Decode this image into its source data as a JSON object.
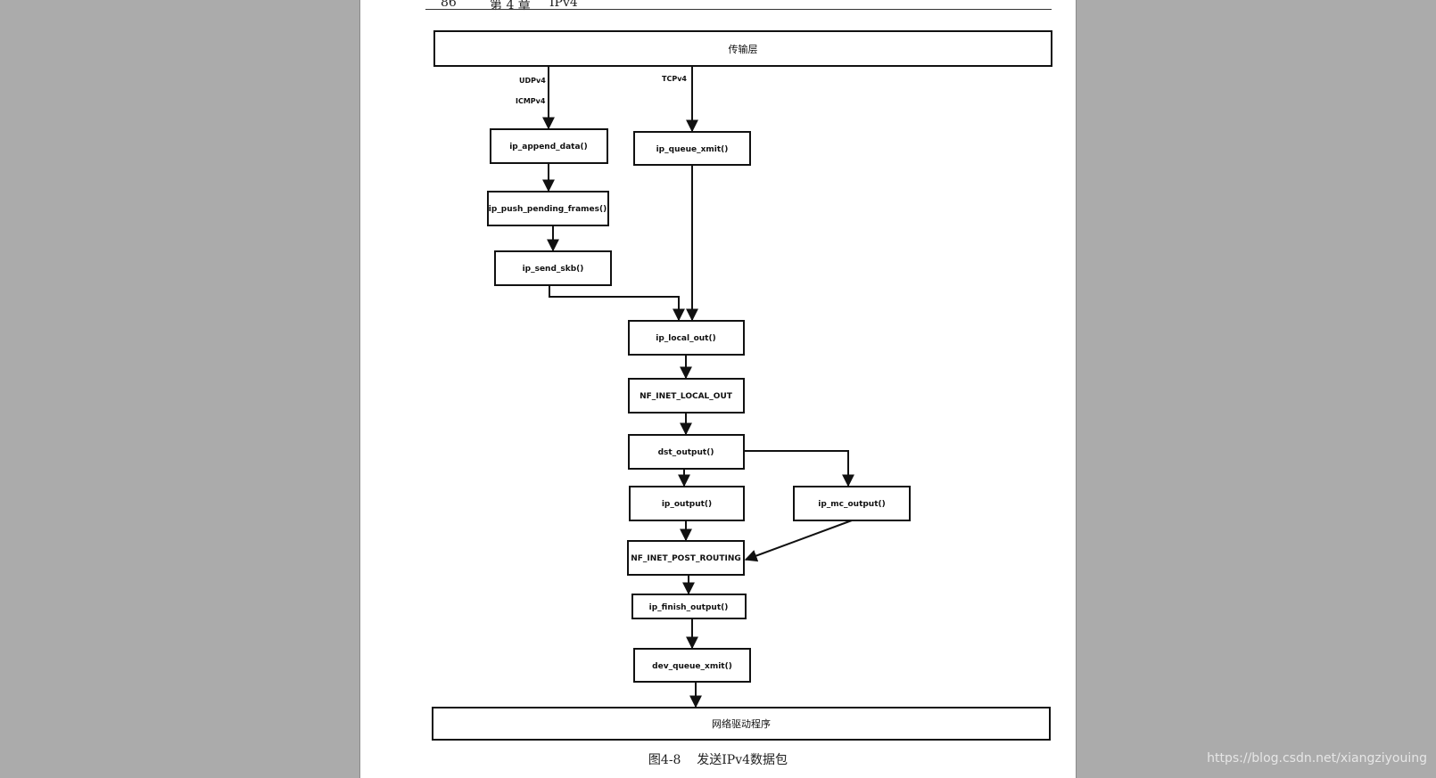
{
  "header": {
    "page_number": "86",
    "chapter": "第 4 章",
    "chapter_title": "IPv4"
  },
  "diagram": {
    "top_layer": "传输层",
    "bottom_layer": "网络驱动程序",
    "protocol_labels": {
      "udp": "UDPv4",
      "icmp": "ICMPv4",
      "tcp": "TCPv4"
    },
    "nodes": {
      "ip_append_data": "ip_append_data()",
      "ip_push_pending_frames": "ip_push_pending_frames()",
      "ip_send_skb": "ip_send_skb()",
      "ip_queue_xmit": "ip_queue_xmit()",
      "ip_local_out": "ip_local_out()",
      "nf_inet_local_out": "NF_INET_LOCAL_OUT",
      "dst_output": "dst_output()",
      "ip_output": "ip_output()",
      "ip_mc_output": "ip_mc_output()",
      "nf_inet_post_routing": "NF_INET_POST_ROUTING",
      "ip_finish_output": "ip_finish_output()",
      "dev_queue_xmit": "dev_queue_xmit()"
    }
  },
  "caption": {
    "figure_number": "图4-8",
    "title": "发送IPv4数据包"
  },
  "watermark": "https://blog.csdn.net/xiangziyouing"
}
